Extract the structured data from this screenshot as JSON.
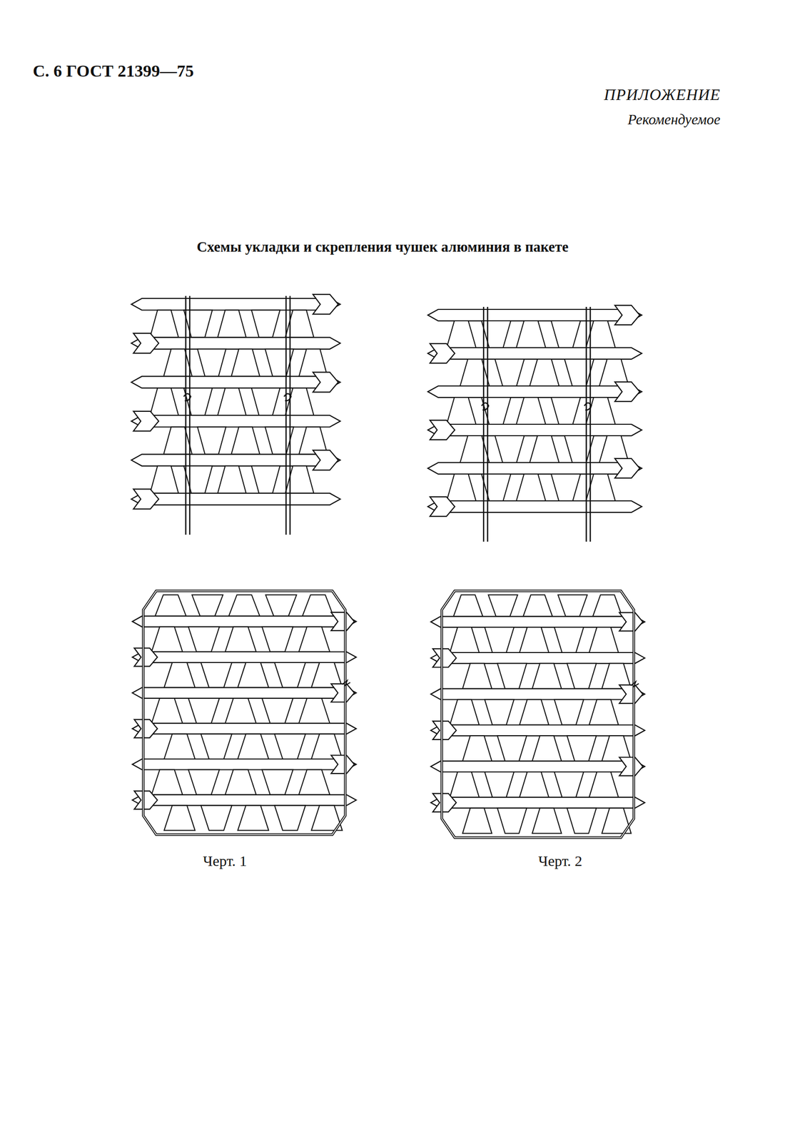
{
  "diagram": {
    "title": "Схемы укладки и скрепления чушек алюминия в пакете",
    "labels": [
      "С. 6 ГОСТ 21399—75",
      "ПРИЛОЖЕНИЕ",
      "Рекомендуемое",
      "Черт. 1",
      "Черт. 2"
    ]
  }
}
